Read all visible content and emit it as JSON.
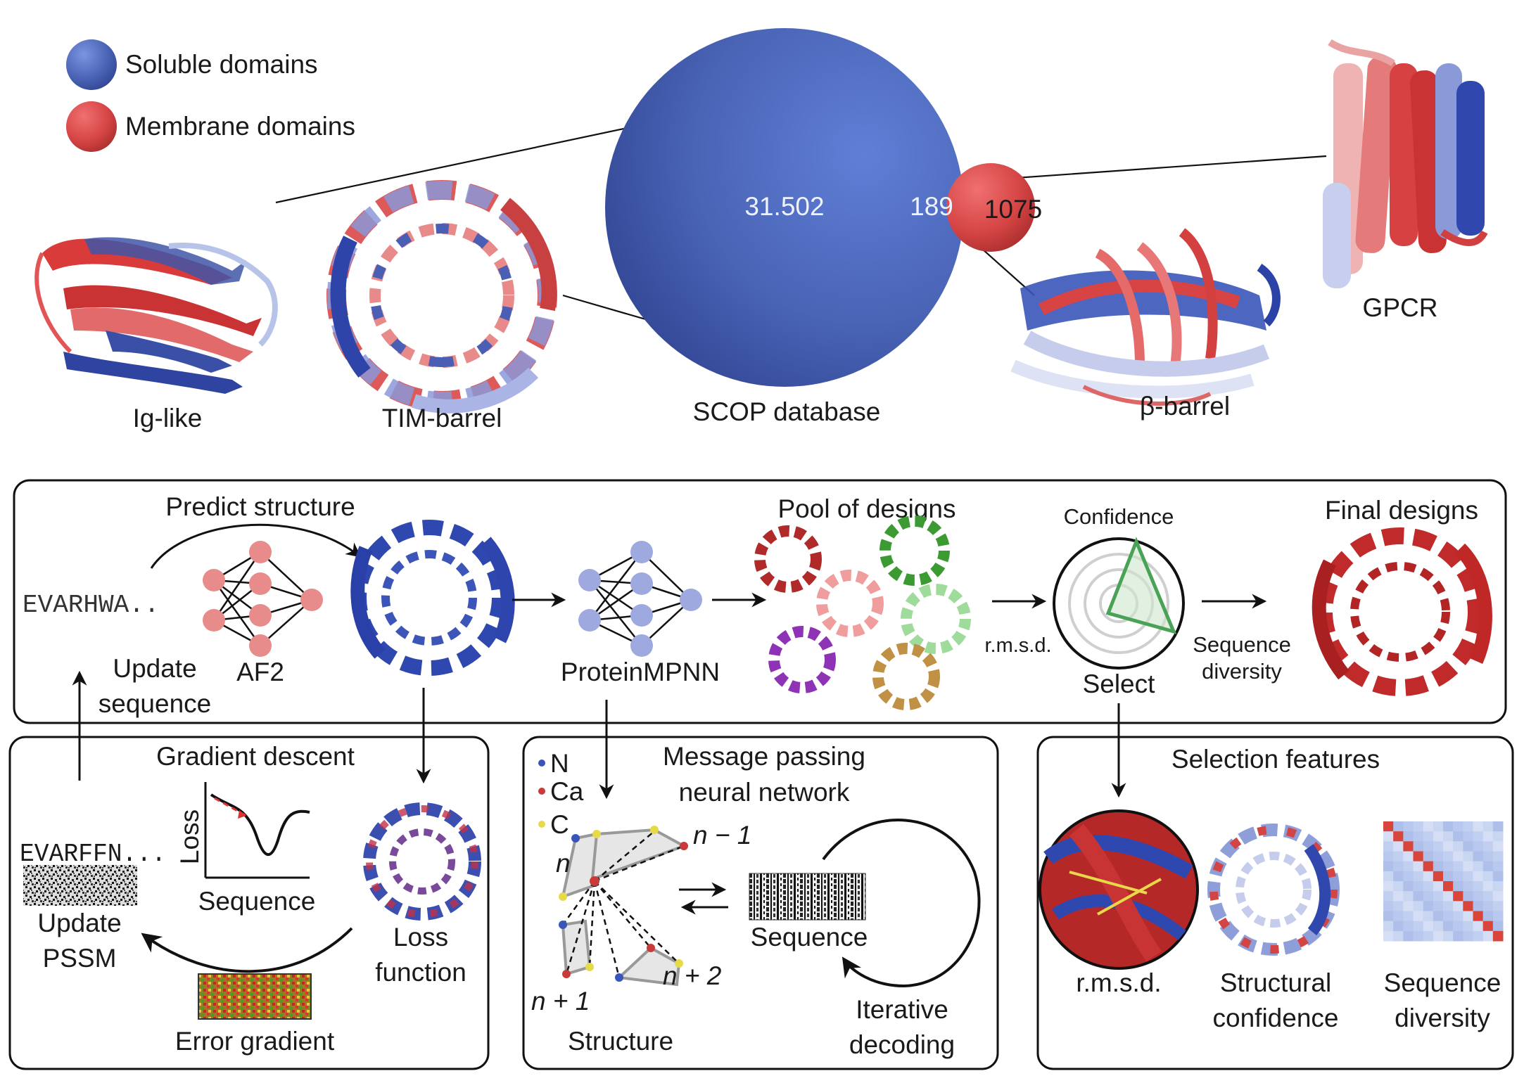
{
  "top": {
    "legend": [
      {
        "label": "Soluble domains",
        "color": "#4a63b5"
      },
      {
        "label": "Membrane domains",
        "color": "#d64545"
      }
    ],
    "database_label": "SCOP database",
    "soluble_count": "31.502",
    "shared_count": "189",
    "membrane_count": "1075",
    "structures": {
      "ig_like": "Ig-like",
      "tim_barrel": "TIM-barrel",
      "beta_barrel": "β-barrel",
      "gpcr": "GPCR"
    }
  },
  "pipeline": {
    "predict_structure": "Predict structure",
    "sequence_text": "EVARHWA..",
    "update_sequence_1": "Update",
    "update_sequence_2": "sequence",
    "af2": "AF2",
    "proteinmpnn": "ProteinMPNN",
    "pool_of_designs": "Pool of designs",
    "confidence": "Confidence",
    "rmsd": "r.m.s.d.",
    "select": "Select",
    "sequence_diversity_1": "Sequence",
    "sequence_diversity_2": "diversity",
    "final_designs": "Final designs"
  },
  "gradient": {
    "title": "Gradient descent",
    "loss_axis": "Loss",
    "sequence_axis": "Sequence",
    "pssm_text": "EVARFFN...",
    "update_pssm_1": "Update",
    "update_pssm_2": "PSSM",
    "loss_function_1": "Loss",
    "loss_function_2": "function",
    "error_gradient": "Error gradient"
  },
  "mpnn": {
    "title_1": "Message passing",
    "title_2": "neural network",
    "atoms": [
      {
        "label": "N",
        "color": "#3a55b8"
      },
      {
        "label": "Ca",
        "color": "#c93a3a"
      },
      {
        "label": "C",
        "color": "#e6d94a"
      }
    ],
    "n_label": "n",
    "n_minus_1": "n − 1",
    "n_plus_1": "n + 1",
    "n_plus_2": "n + 2",
    "structure": "Structure",
    "sequence": "Sequence",
    "iterative_1": "Iterative",
    "iterative_2": "decoding"
  },
  "selection": {
    "title": "Selection features",
    "rmsd": "r.m.s.d.",
    "structural_1": "Structural",
    "structural_2": "confidence",
    "diversity_1": "Sequence",
    "diversity_2": "diversity"
  }
}
